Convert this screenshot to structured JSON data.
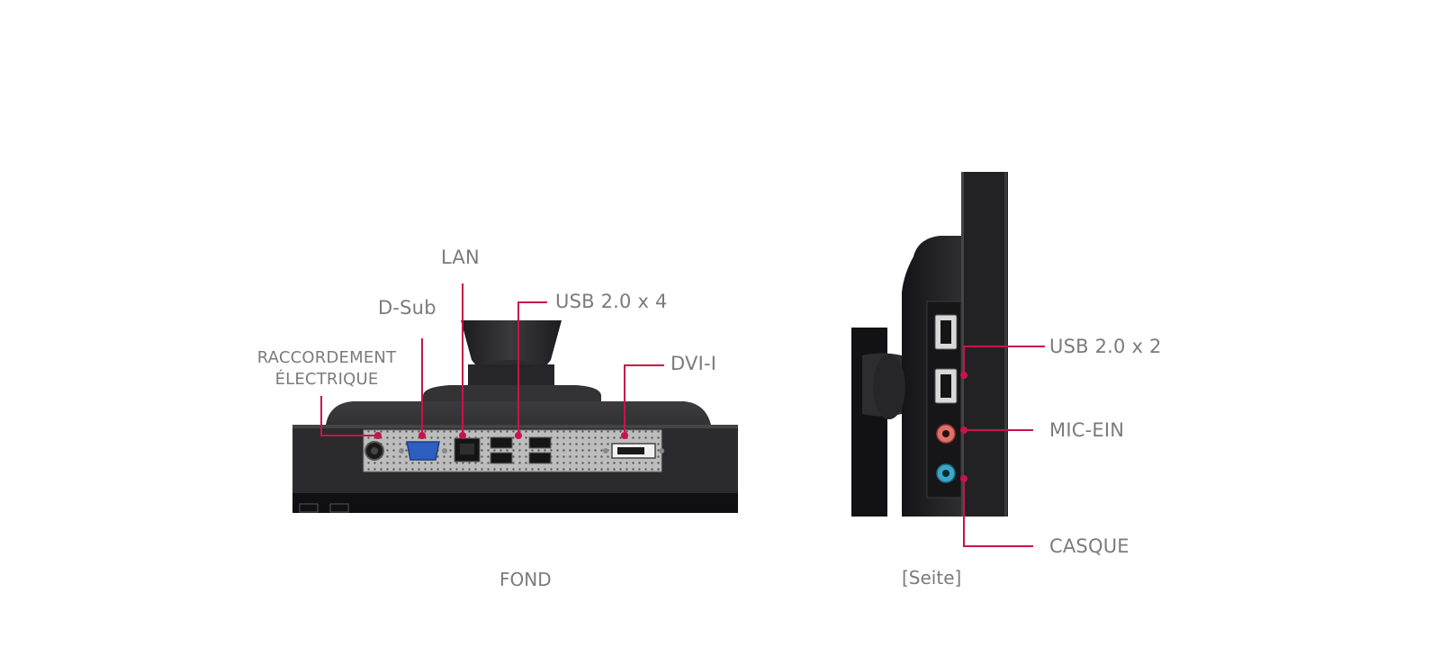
{
  "bottom_view": {
    "caption": "FOND",
    "labels": {
      "power": [
        "RACCORDEMENT",
        "ÉLECTRIQUE"
      ],
      "dsub": "D-Sub",
      "lan": "LAN",
      "usb": "USB 2.0 x 4",
      "dvi": "DVI-I"
    }
  },
  "side_view": {
    "caption": "[Seite]",
    "labels": {
      "usb": "USB 2.0 x 2",
      "mic": "MIC-EIN",
      "headphone": "CASQUE"
    }
  },
  "colors": {
    "leader_line": "#c8144a",
    "label_text": "#7b7b7b",
    "monitor_body": "#2a2a2c",
    "port_panel": "#b9b9b9",
    "mic_jack": "#e0716b",
    "headphone_jack": "#3aa9c9",
    "vga_port": "#2d5fc0"
  }
}
